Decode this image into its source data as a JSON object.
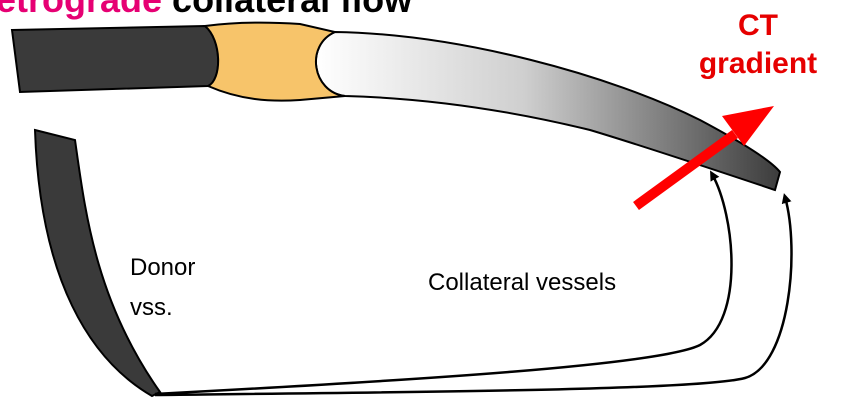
{
  "title": {
    "part1": "Retrograde",
    "part2": "collateral flow"
  },
  "labels": {
    "ct_gradient_line1": "CT",
    "ct_gradient_line2": "gradient",
    "donor_line1": "Donor",
    "donor_line2": "vss.",
    "collateral": "Collateral vessels"
  },
  "colors": {
    "title_accent": "#e60073",
    "ct_label": "#e60000",
    "arrow": "#ff0000",
    "vessel_dark": "#3a3a3a",
    "occlusion": "#f7c46a"
  }
}
